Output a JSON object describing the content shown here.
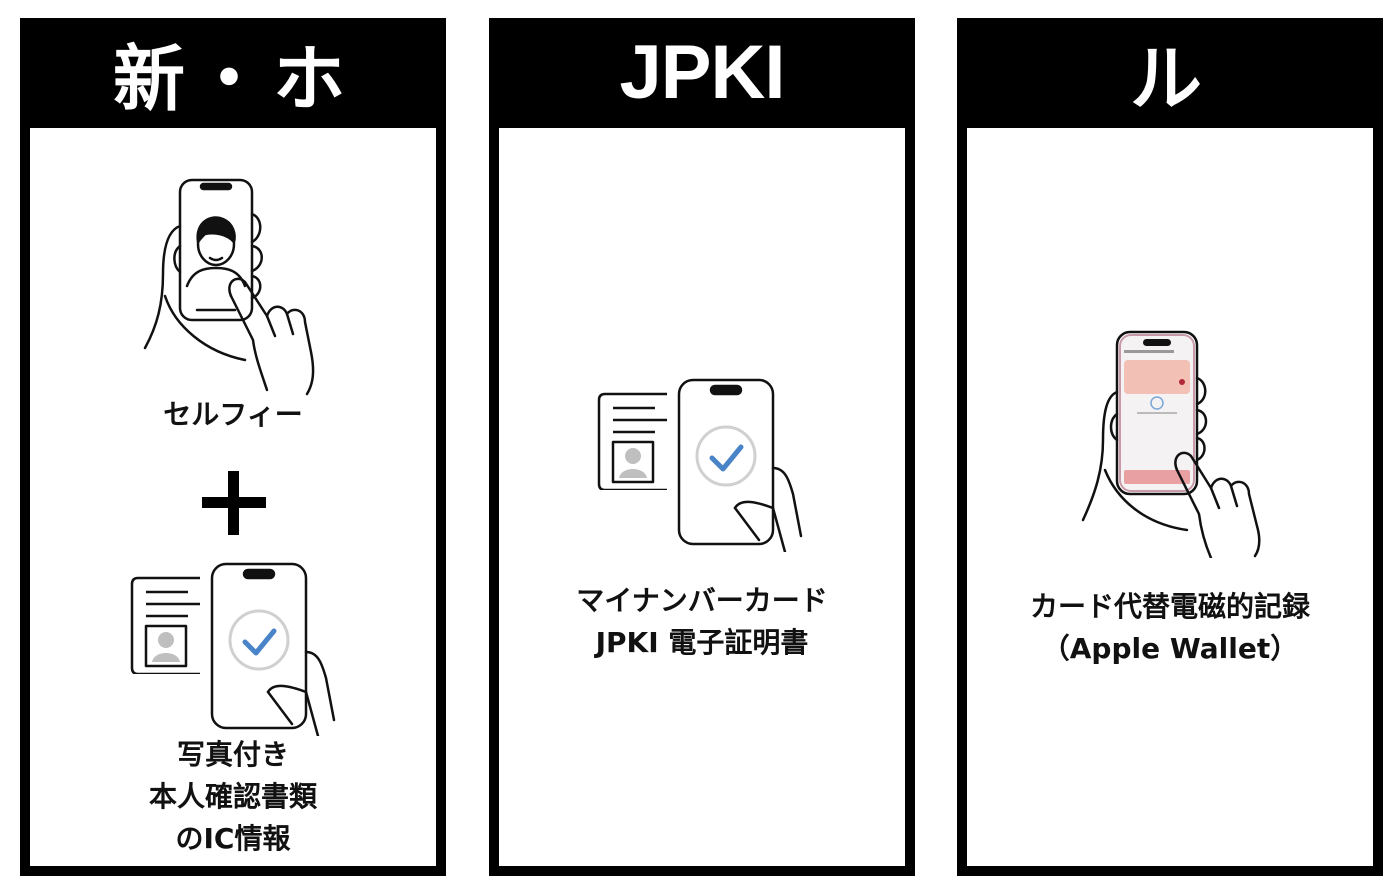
{
  "colors": {
    "header_bg": "#000000",
    "header_text": "#ffffff",
    "check_blue": "#4a84c8",
    "card_pink": "#f2c0b4"
  },
  "panels": [
    {
      "title": "新・ホ",
      "caption_top": "セルフィー",
      "plus": "+",
      "caption_bottom": [
        "写真付き",
        "本人確認書類",
        "のIC情報"
      ],
      "icons": [
        "selfie-phone-icon",
        "id-card-icon",
        "phone-check-icon"
      ]
    },
    {
      "title": "JPKI",
      "caption": [
        "マイナンバーカード",
        "JPKI 電子証明書"
      ],
      "icons": [
        "id-card-icon",
        "phone-check-icon"
      ]
    },
    {
      "title": "ル",
      "caption": [
        "カード代替電磁的記録",
        "（Apple Wallet）"
      ],
      "icons": [
        "wallet-phone-icon"
      ]
    }
  ]
}
